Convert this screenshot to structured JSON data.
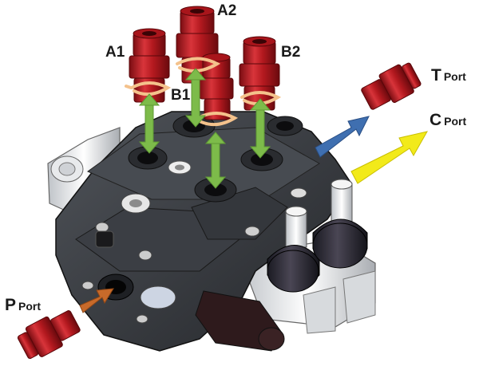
{
  "labels": {
    "a1": "A1",
    "a2": "A2",
    "b1": "B1",
    "b2": "B2",
    "t_port": {
      "letter": "T",
      "word": "Port"
    },
    "c_port": {
      "letter": "C",
      "word": "Port"
    },
    "p_port": {
      "letter": "P",
      "word": "Port"
    }
  },
  "colors": {
    "fitting_red": "#c8202a",
    "valve_body": "#3a3d42",
    "flow_arrow_green": "#7dbb4a",
    "t_arrow_blue": "#3f6fb0",
    "c_arrow_yellow": "#f2ea1a",
    "p_arrow_orange": "#c86a2a",
    "rotation_arrow": "#f0b070"
  },
  "icons": [
    "hex-fitting-icon",
    "rotation-arrow-icon",
    "flow-arrow-icon",
    "joystick-handle-icon"
  ]
}
